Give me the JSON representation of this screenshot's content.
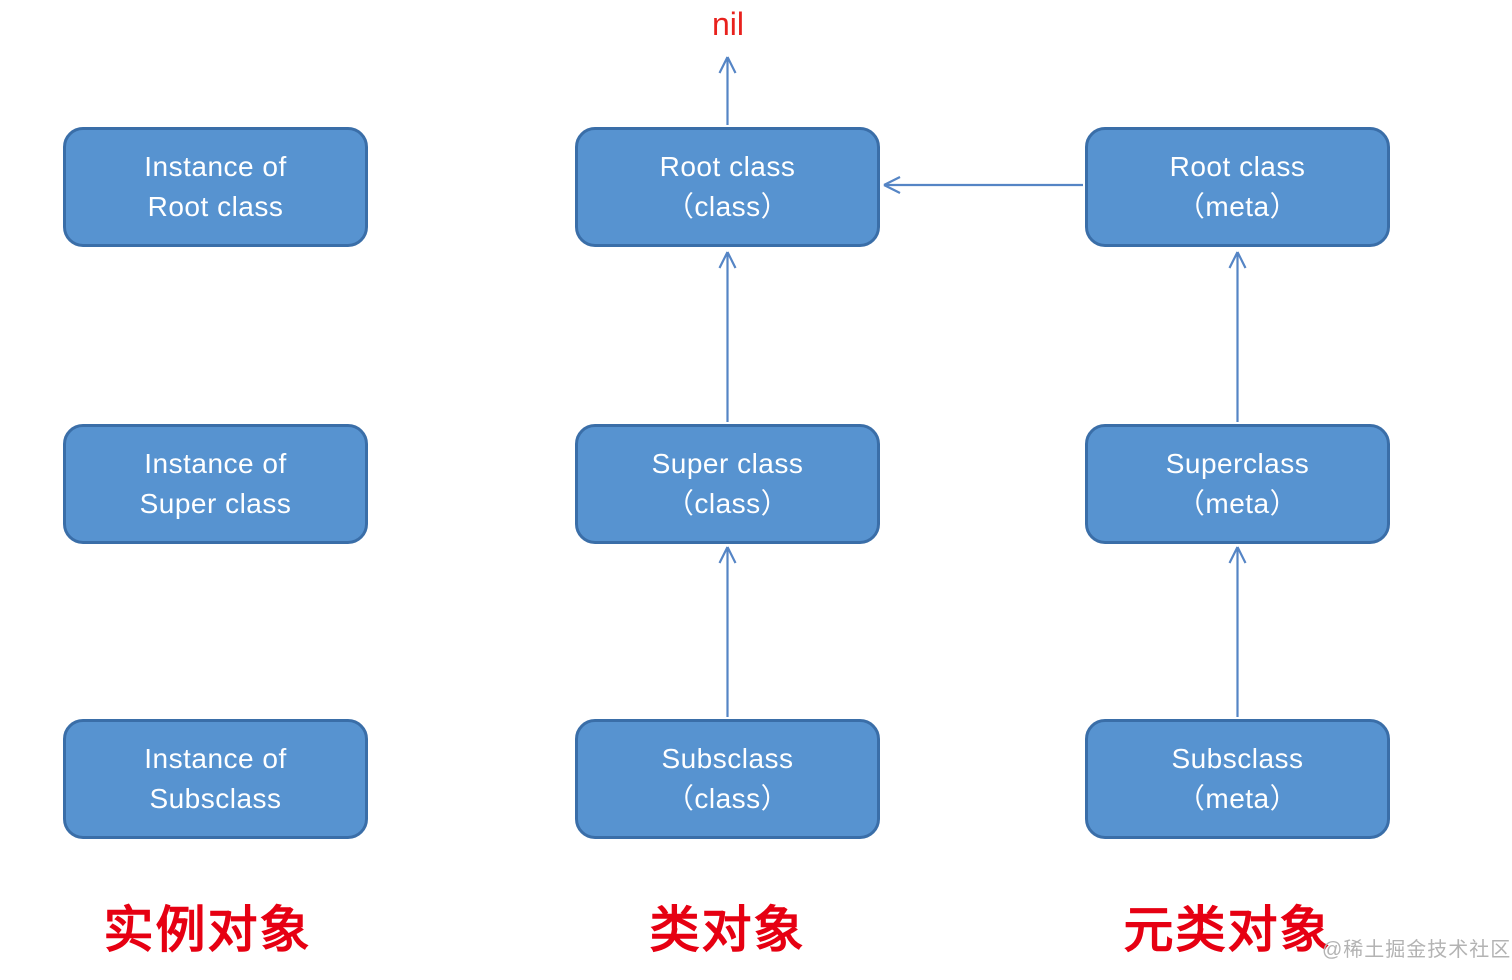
{
  "diagram": {
    "nil_label": "nil",
    "nodes": {
      "instance_root": {
        "line1": "Instance of",
        "line2": "Root class"
      },
      "instance_super": {
        "line1": "Instance of",
        "line2": "Super class"
      },
      "instance_sub": {
        "line1": "Instance of",
        "line2": "Subsclass"
      },
      "class_root": {
        "line1": "Root class",
        "line2": "（class）"
      },
      "class_super": {
        "line1": "Super class",
        "line2": "（class）"
      },
      "class_sub": {
        "line1": "Subsclass",
        "line2": "（class）"
      },
      "meta_root": {
        "line1": "Root class",
        "line2": "（meta）"
      },
      "meta_super": {
        "line1": "Superclass",
        "line2": "（meta）"
      },
      "meta_sub": {
        "line1": "Subsclass",
        "line2": "（meta）"
      }
    },
    "arrows": [
      {
        "from": "class_root",
        "to": "nil",
        "direction": "up"
      },
      {
        "from": "class_super",
        "to": "class_root",
        "direction": "up"
      },
      {
        "from": "class_sub",
        "to": "class_super",
        "direction": "up"
      },
      {
        "from": "meta_root",
        "to": "class_root",
        "direction": "left"
      },
      {
        "from": "meta_super",
        "to": "meta_root",
        "direction": "up"
      },
      {
        "from": "meta_sub",
        "to": "meta_super",
        "direction": "up"
      }
    ],
    "column_labels": {
      "instance": "实例对象",
      "class": "类对象",
      "meta": "元类对象"
    },
    "colors": {
      "node_fill": "#5793d0",
      "node_border": "#3a6ea8",
      "node_text": "#ffffff",
      "arrow": "#5585c5",
      "nil_red": "#e8211d",
      "label_red": "#e60012",
      "watermark_gray": "#b3b3b3"
    },
    "watermark": "@稀土掘金技术社区"
  }
}
